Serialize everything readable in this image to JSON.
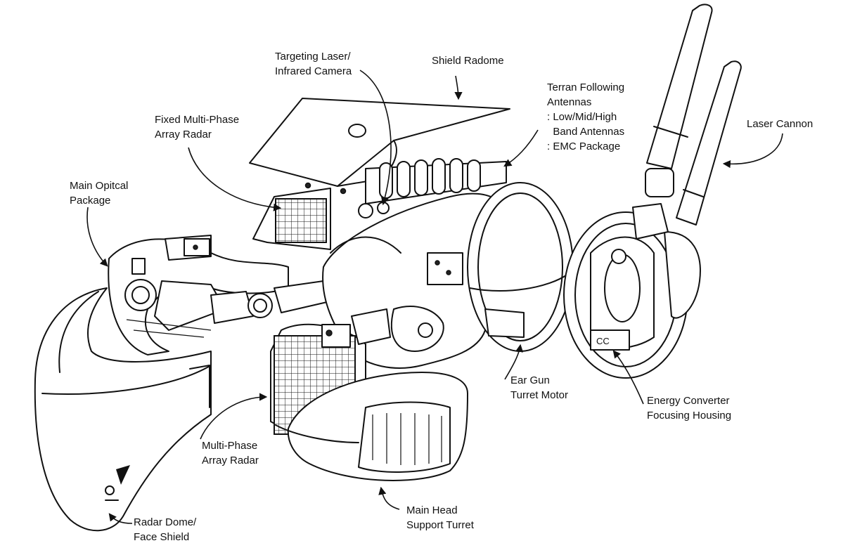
{
  "labels": {
    "shield_radome": "Shield Radome",
    "targeting_laser": "Targeting Laser/\nInfrared Camera",
    "terran_antennas": "Terran Following\nAntennas\n: Low/Mid/High\n  Band Antennas\n: EMC Package",
    "laser_cannon": "Laser Cannon",
    "fixed_radar": "Fixed Multi-Phase\nArray Radar",
    "main_optical": "Main Opitcal\nPackage",
    "ear_gun": "Ear Gun\nTurret Motor",
    "energy_converter": "Energy Converter\nFocusing Housing",
    "multi_phase_radar": "Multi-Phase\nArray Radar",
    "main_head_turret": "Main Head\nSupport Turret",
    "radar_dome": "Radar Dome/\nFace Shield"
  },
  "emblem_marks": "CC"
}
